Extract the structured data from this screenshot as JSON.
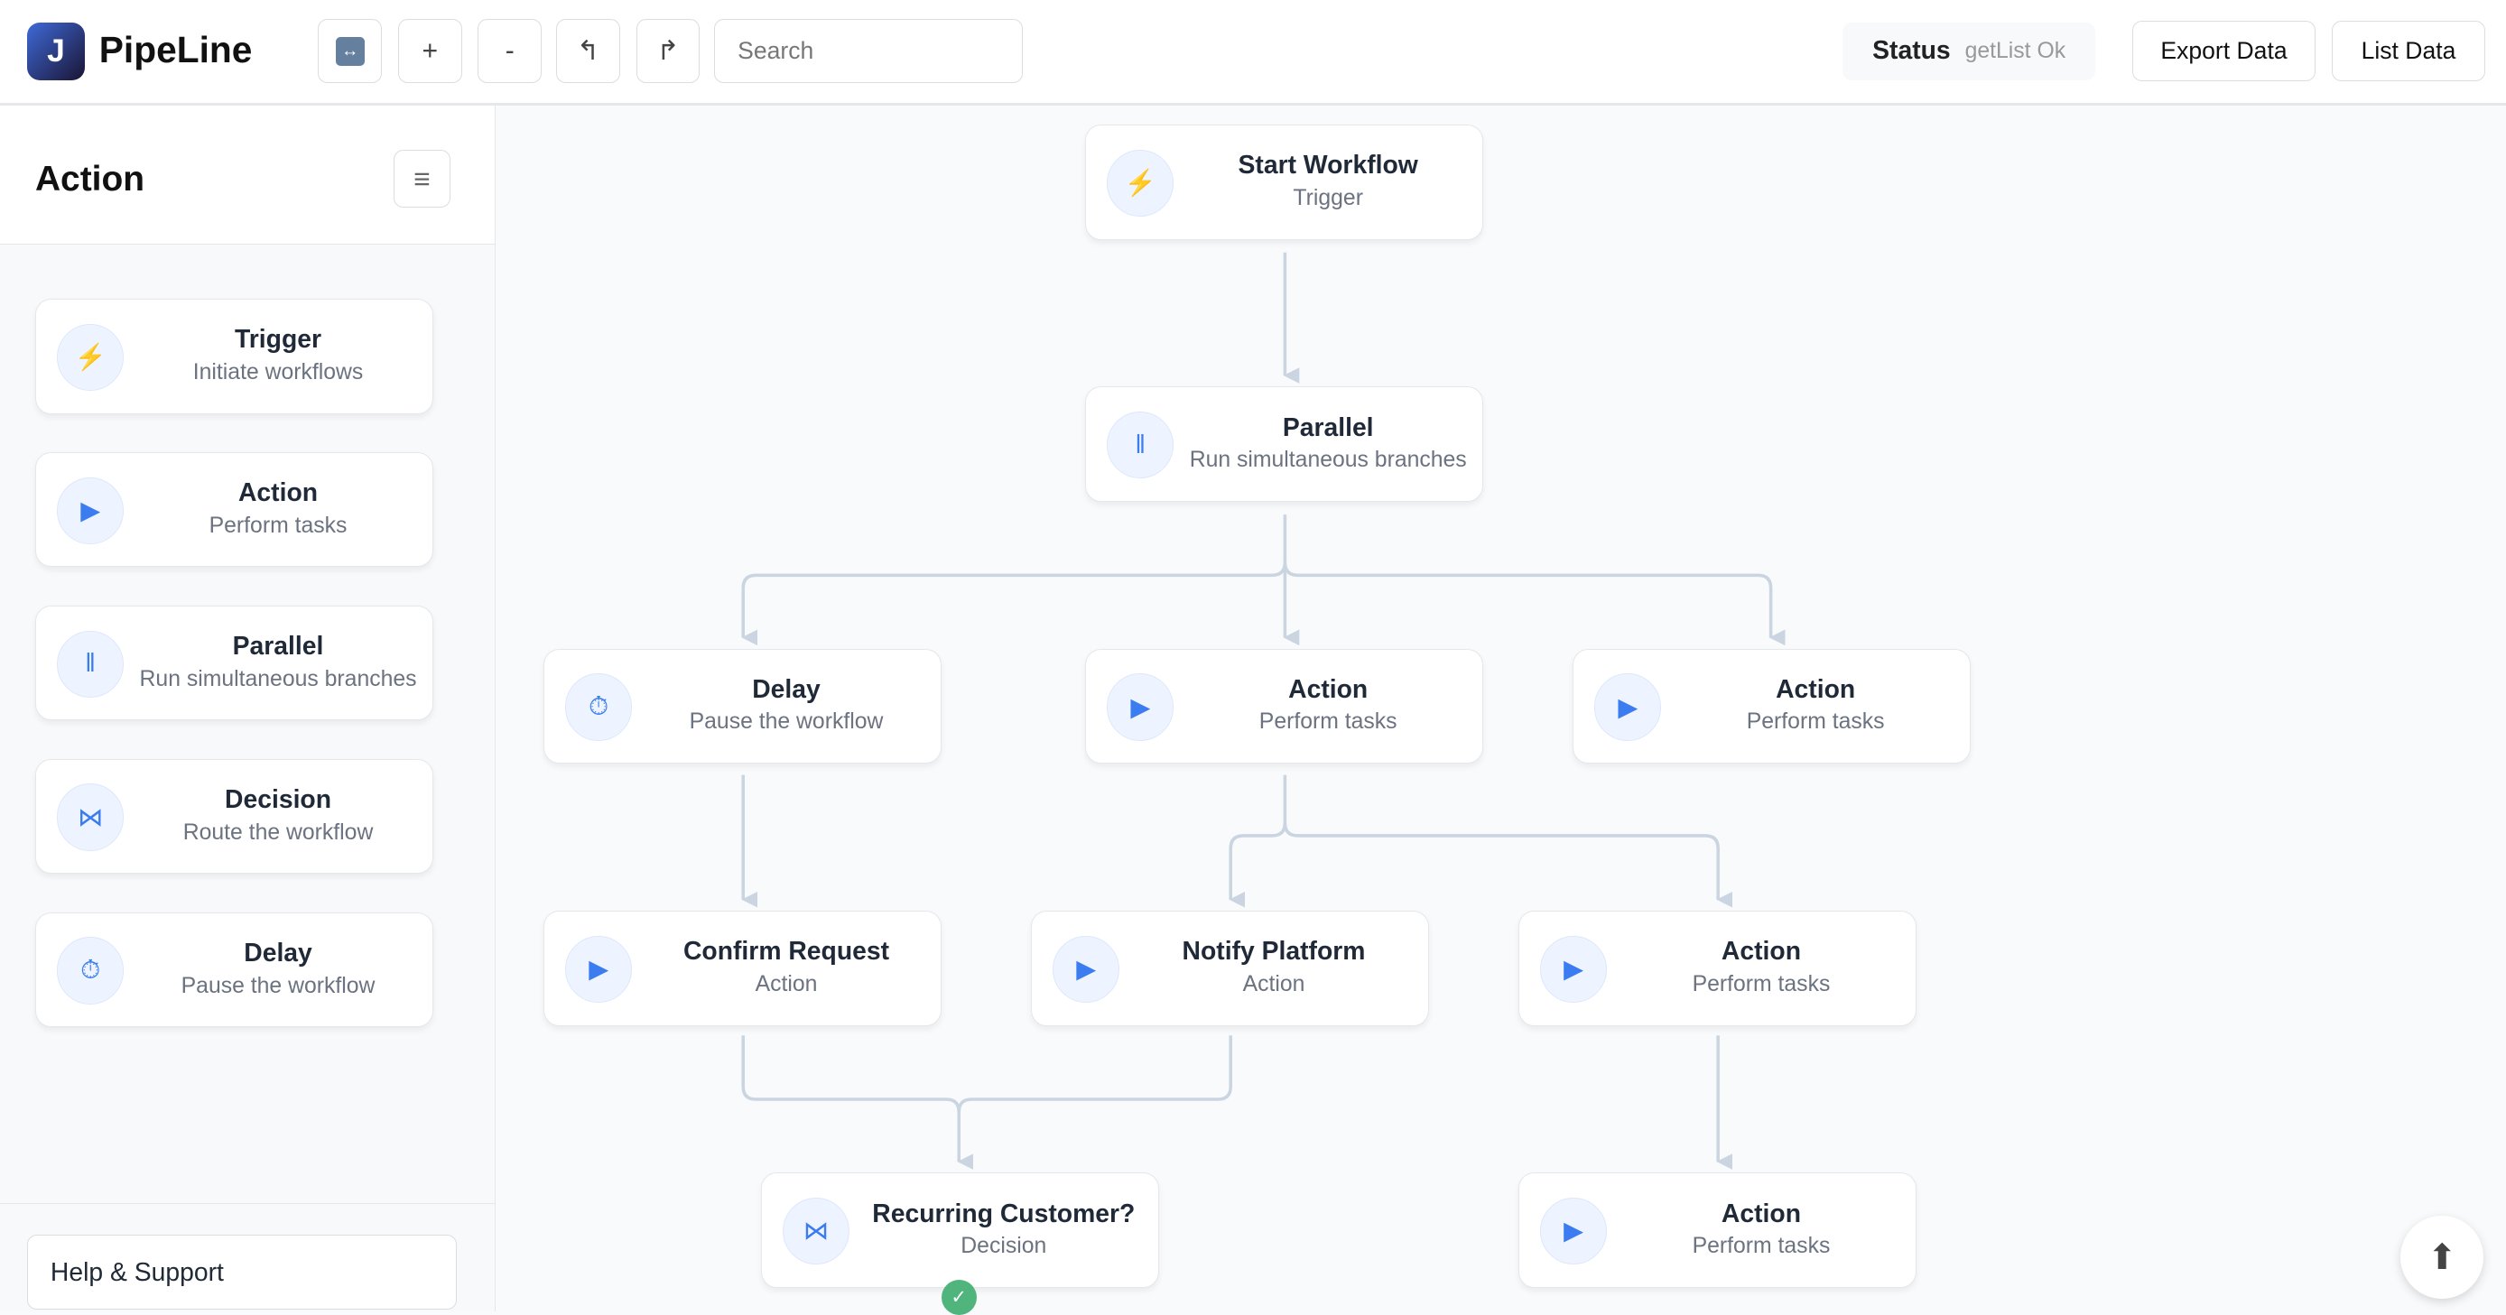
{
  "header": {
    "logo_letter": "J",
    "brand": "PipeLine",
    "toolbar": {
      "fit": "↔",
      "zoom_in": "+",
      "zoom_out": "-",
      "undo": "↰",
      "redo": "↱"
    },
    "search_placeholder": "Search",
    "status_label": "Status",
    "status_value": "getList Ok",
    "export_label": "Export Data",
    "list_label": "List Data"
  },
  "sidebar": {
    "title": "Action",
    "menu_icon": "≡",
    "items": [
      {
        "icon": "lightning-icon",
        "glyph": "⚡",
        "title": "Trigger",
        "subtitle": "Initiate workflows"
      },
      {
        "icon": "play-icon",
        "glyph": "▶",
        "title": "Action",
        "subtitle": "Perform tasks"
      },
      {
        "icon": "parallel-icon",
        "glyph": "‖",
        "title": "Parallel",
        "subtitle": "Run simultaneous branches"
      },
      {
        "icon": "decision-icon",
        "glyph": "⋈",
        "title": "Decision",
        "subtitle": "Route the workflow"
      },
      {
        "icon": "timer-icon",
        "glyph": "⏱",
        "title": "Delay",
        "subtitle": "Pause the workflow"
      }
    ],
    "help": "Help & Support"
  },
  "nodes": [
    {
      "icon": "lightning-icon",
      "glyph": "⚡",
      "title": "Start Workflow",
      "subtitle": "Trigger"
    },
    {
      "icon": "parallel-icon",
      "glyph": "‖",
      "title": "Parallel",
      "subtitle": "Run simultaneous branches"
    },
    {
      "icon": "timer-icon",
      "glyph": "⏱",
      "title": "Delay",
      "subtitle": "Pause the workflow"
    },
    {
      "icon": "play-icon",
      "glyph": "▶",
      "title": "Action",
      "subtitle": "Perform tasks"
    },
    {
      "icon": "play-icon",
      "glyph": "▶",
      "title": "Action",
      "subtitle": "Perform tasks"
    },
    {
      "icon": "play-icon",
      "glyph": "▶",
      "title": "Confirm Request",
      "subtitle": "Action"
    },
    {
      "icon": "play-icon",
      "glyph": "▶",
      "title": "Notify Platform",
      "subtitle": "Action"
    },
    {
      "icon": "play-icon",
      "glyph": "▶",
      "title": "Action",
      "subtitle": "Perform tasks"
    },
    {
      "icon": "decision-icon",
      "glyph": "⋈",
      "title": "Recurring Customer?",
      "subtitle": "Decision"
    },
    {
      "icon": "play-icon",
      "glyph": "▶",
      "title": "Action",
      "subtitle": "Perform tasks"
    }
  ],
  "check_glyph": "✓",
  "scroll_top_glyph": "⬆",
  "colors": {
    "accent": "#3b7cf0",
    "success": "#4fb57d",
    "edge": "#cbd5e1",
    "trigger": "#f5b324"
  }
}
